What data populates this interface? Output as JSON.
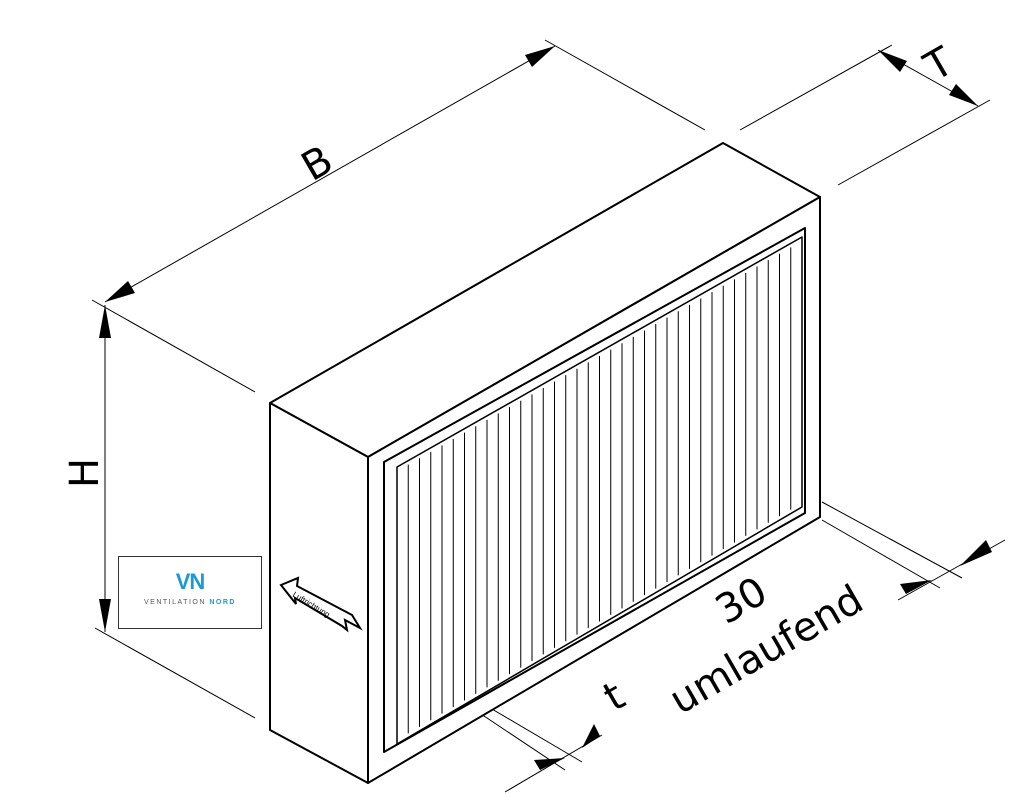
{
  "dimensions": {
    "width_label": "B",
    "height_label": "H",
    "depth_label": "T",
    "frame_label": "30",
    "frame_note": "umlaufend",
    "filter_depth_label": "t"
  },
  "airflow_label": "Luftrichtung",
  "logo": {
    "mark": "VN",
    "name_part1": "VENTILATION",
    "name_part2": "NORD",
    "accent_color": "#1a9ad6"
  }
}
